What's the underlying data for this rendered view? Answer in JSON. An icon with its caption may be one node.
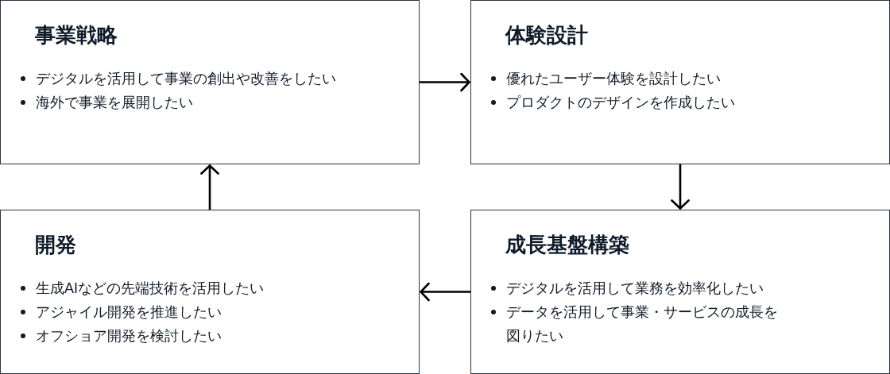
{
  "diagram": {
    "nodes": [
      {
        "text": [
          "事業戦略",
          "デジタルを活用して事業の創出や改善をしたい",
          "海外で事業を展開したい"
        ]
      },
      {
        "text": [
          "体験設計",
          "優れたユーザー体験を設計したい",
          "プロダクトのデザインを作成したい"
        ]
      },
      {
        "text": [
          "開発",
          "生成AIなどの先端技術を活用したい",
          "アジャイル開発を推進したい",
          "オフショア開発を検討したい"
        ]
      },
      {
        "text": [
          "成長基盤構築",
          "デジタルを活用して業務を効率化したい",
          "データを活用して事業・サービスの成長を図りたい"
        ]
      }
    ],
    "edges": [
      {
        "from": 0,
        "to": 1,
        "arrow": "to"
      },
      {
        "from": 1,
        "to": 3,
        "arrow": "to"
      },
      {
        "from": 3,
        "to": 2,
        "arrow": "to"
      },
      {
        "from": 2,
        "to": 0,
        "arrow": "to"
      }
    ]
  }
}
